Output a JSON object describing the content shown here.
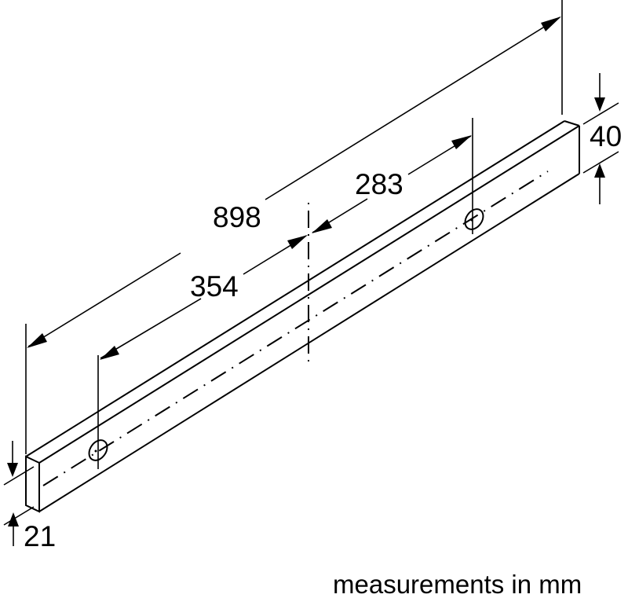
{
  "diagram": {
    "type": "isometric technical dimension drawing",
    "subject": "rectangular bar / trim strip with two mounting holes",
    "dimensions": {
      "overall_length": "898",
      "left_hole_to_center": "354",
      "center_to_right_hole": "283",
      "height": "40",
      "depth": "21"
    },
    "note": "measurements in mm",
    "colors": {
      "line": "#000000",
      "background": "#ffffff"
    }
  }
}
